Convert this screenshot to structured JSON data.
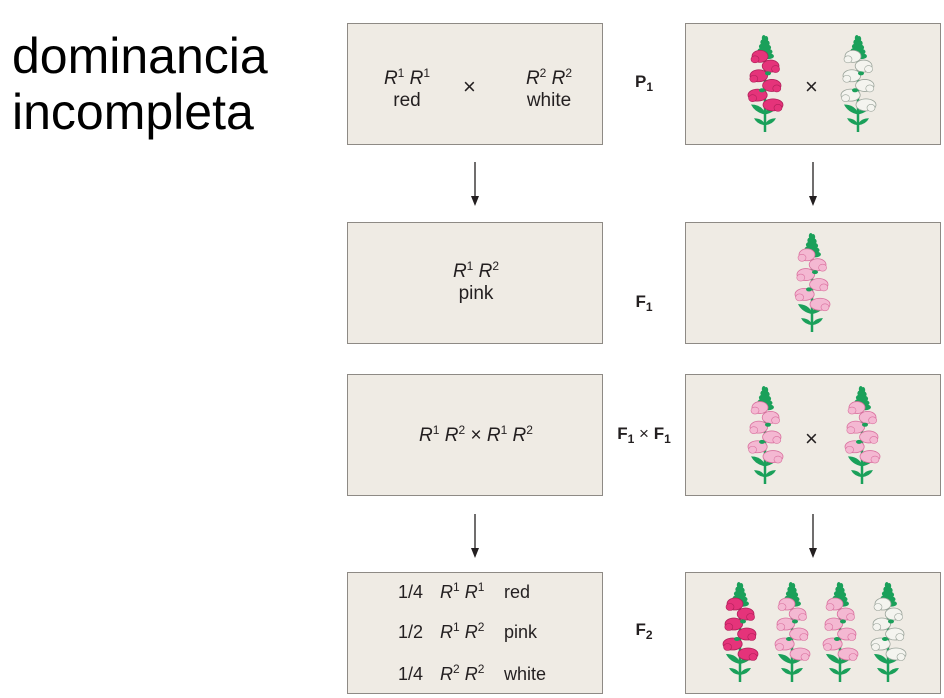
{
  "title": {
    "line1": "dominancia",
    "line2": "incompleta"
  },
  "generations": {
    "p1": {
      "letter": "P",
      "sub": "1"
    },
    "f1": {
      "letter": "F",
      "sub": "1"
    },
    "f1xf1": {
      "a": "F",
      "a_sub": "1",
      "times": "×",
      "b": "F",
      "b_sub": "1"
    },
    "f2": {
      "letter": "F",
      "sub": "2"
    }
  },
  "p1_box": {
    "left": {
      "a": "R",
      "a_sup": "1",
      "b": "R",
      "b_sup": "1",
      "phenotype": "red"
    },
    "times": "×",
    "right": {
      "a": "R",
      "a_sup": "2",
      "b": "R",
      "b_sup": "2",
      "phenotype": "white"
    }
  },
  "f1_box": {
    "a": "R",
    "a_sup": "1",
    "b": "R",
    "b_sup": "2",
    "phenotype": "pink"
  },
  "cross_box": {
    "left": {
      "a": "R",
      "a_sup": "1",
      "b": "R",
      "b_sup": "2"
    },
    "times": "×",
    "right": {
      "a": "R",
      "a_sup": "1",
      "b": "R",
      "b_sup": "2"
    }
  },
  "f2_box": {
    "rows": [
      {
        "fraction": "1/4",
        "a": "R",
        "a_sup": "1",
        "b": "R",
        "b_sup": "1",
        "phenotype": "red"
      },
      {
        "fraction": "1/2",
        "a": "R",
        "a_sup": "1",
        "b": "R",
        "b_sup": "2",
        "phenotype": "pink"
      },
      {
        "fraction": "1/4",
        "a": "R",
        "a_sup": "2",
        "b": "R",
        "b_sup": "2",
        "phenotype": "white"
      }
    ]
  },
  "plant_boxes_times": {
    "p1": "×",
    "cross": "×"
  },
  "colors": {
    "red_flower": "#e5337a",
    "pink_flower": "#f4b8d2",
    "white_flower": "#f4f4ef",
    "leaf_green": "#1aa05a",
    "box_bg": "#efebe4"
  }
}
